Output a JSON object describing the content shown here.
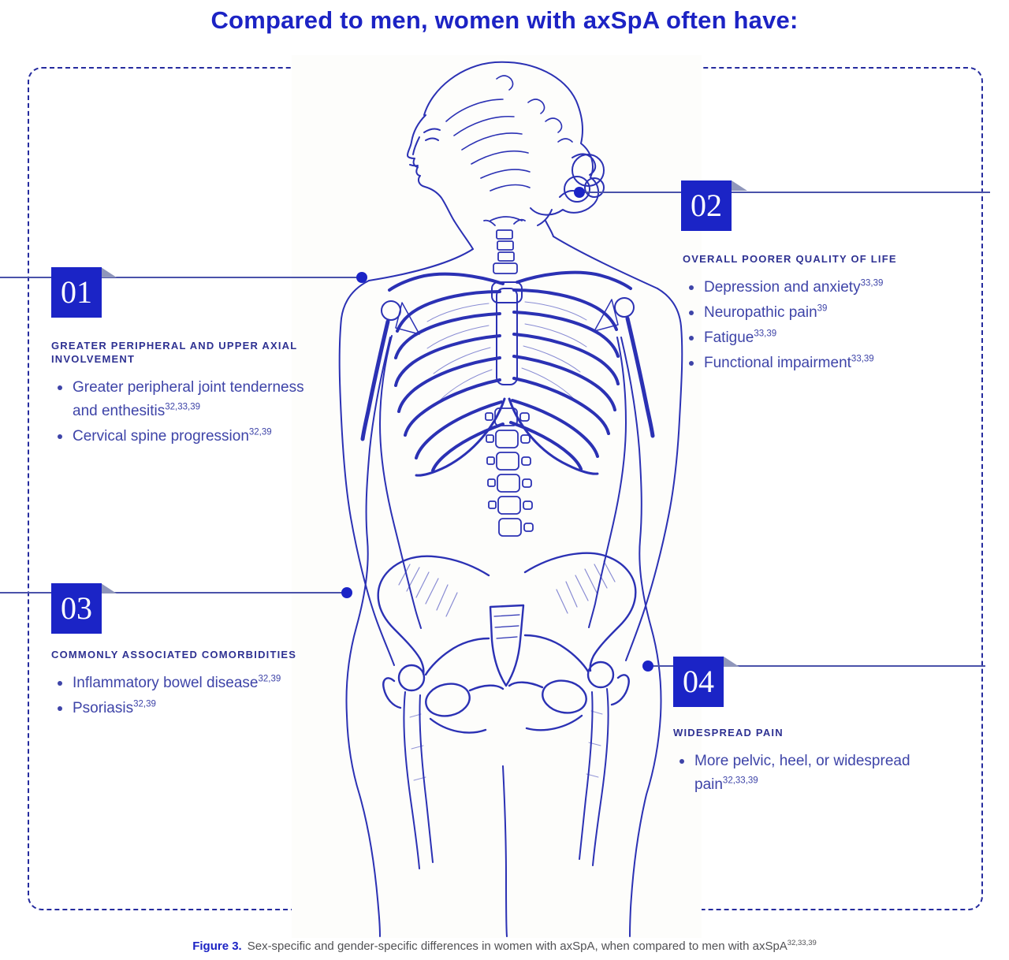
{
  "title": "Compared to men, women with axSpA often have:",
  "callouts": [
    {
      "number": "01",
      "heading": "GREATER PERIPHERAL AND UPPER AXIAL INVOLVEMENT",
      "bullets": [
        {
          "text": "Greater peripheral joint tenderness and enthesitis",
          "sup": "32,33,39"
        },
        {
          "text": "Cervical spine progression",
          "sup": "32,39"
        }
      ]
    },
    {
      "number": "02",
      "heading": "OVERALL POORER QUALITY OF LIFE",
      "bullets": [
        {
          "text": "Depression and anxiety",
          "sup": "33,39"
        },
        {
          "text": "Neuropathic pain",
          "sup": "39"
        },
        {
          "text": "Fatigue",
          "sup": "33,39"
        },
        {
          "text": "Functional impairment",
          "sup": "33,39"
        }
      ]
    },
    {
      "number": "03",
      "heading": "COMMONLY ASSOCIATED COMORBIDITIES",
      "bullets": [
        {
          "text": "Inflammatory bowel disease",
          "sup": "32,39"
        },
        {
          "text": "Psoriasis",
          "sup": "32,39"
        }
      ]
    },
    {
      "number": "04",
      "heading": "WIDESPREAD PAIN",
      "bullets": [
        {
          "text": "More pelvic, heel, or widespread pain",
          "sup": "32,33,39"
        }
      ]
    }
  ],
  "caption": {
    "label": "Figure 3.",
    "text": "Sex-specific and gender-specific differences in women with axSpA, when compared to men with axSpA",
    "sup": "32,33,39"
  },
  "illustration": {
    "description": "Engraving-style drawing of a woman in profile with visible skeleton: cervical spine, clavicles, ribcage, lumbar spine, pelvis and femurs"
  },
  "colors": {
    "accent_blue": "#1b24c6",
    "title_blue": "#1c23c4",
    "heading_navy": "#2e3192",
    "body_indigo": "#3e44a8",
    "leader_line": "#4a52aa",
    "fold_slate": "#8f96bb",
    "frame_dash_navy": "#252b9e",
    "illustration_ink": "#2b31b4",
    "caption_gray": "#515154"
  }
}
